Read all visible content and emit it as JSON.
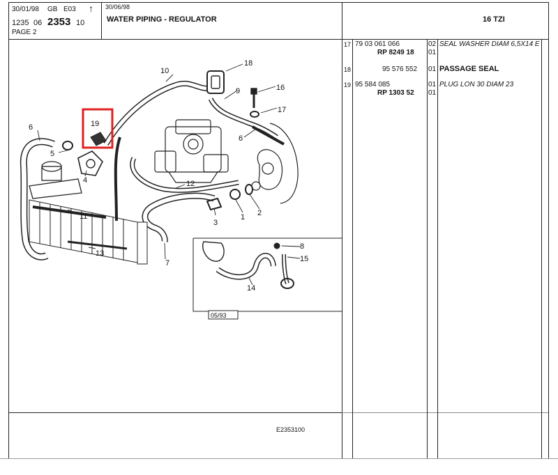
{
  "header": {
    "date_left": "30/01/98",
    "lang": "GB",
    "edition": "E03",
    "arrow": "↑",
    "code_a": "1235",
    "code_b": "06",
    "code_main": "2353",
    "code_c": "10",
    "page": "PAGE 2",
    "date_right": "30/06/98",
    "title": "WATER PIPING - REGULATOR",
    "model": "16 TZI"
  },
  "diagram": {
    "callouts": [
      "1",
      "2",
      "3",
      "4",
      "5",
      "6",
      "7",
      "8",
      "9",
      "10",
      "11",
      "12",
      "13",
      "14",
      "15",
      "16",
      "17",
      "18",
      "19"
    ],
    "inset_date": "05/93",
    "highlight_color": "#e02020",
    "figure_ref": "E2353100"
  },
  "parts": [
    {
      "ref": "17",
      "number": "79 03 061 066",
      "qty": "02",
      "description": "SEAL WASHER DIAM 6,5X14 E",
      "alt": "RP  8249 18",
      "alt_qty": "01"
    },
    {
      "ref": "18",
      "number": "95 576 552",
      "qty": "01",
      "description": "PASSAGE SEAL",
      "alt": "",
      "alt_qty": ""
    },
    {
      "ref": "19",
      "number": "95 584 085",
      "qty": "01",
      "description": "PLUG LON 30 DIAM 23",
      "alt": "RP  1303 52",
      "alt_qty": "01"
    }
  ]
}
